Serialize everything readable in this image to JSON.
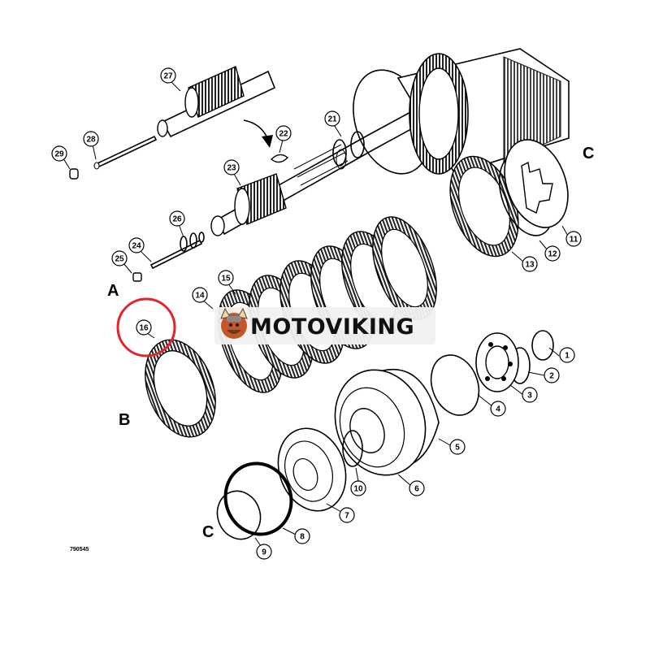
{
  "diagram": {
    "callouts": [
      "1",
      "2",
      "3",
      "4",
      "5",
      "6",
      "7",
      "8",
      "9",
      "10",
      "11",
      "12",
      "13",
      "14",
      "15",
      "16",
      "21",
      "22",
      "23",
      "24",
      "25",
      "26",
      "27",
      "28",
      "29"
    ],
    "letters": {
      "a": "A",
      "b": "B",
      "c_top": "C",
      "c_bottom": "C"
    },
    "drawing_code": "790545",
    "highlighted_callout": "16"
  },
  "watermark": {
    "text": "MOTOVIKING"
  },
  "colors": {
    "highlight": "#e3242b",
    "ink": "#000000",
    "banner_bg": "#f1f1f1"
  }
}
